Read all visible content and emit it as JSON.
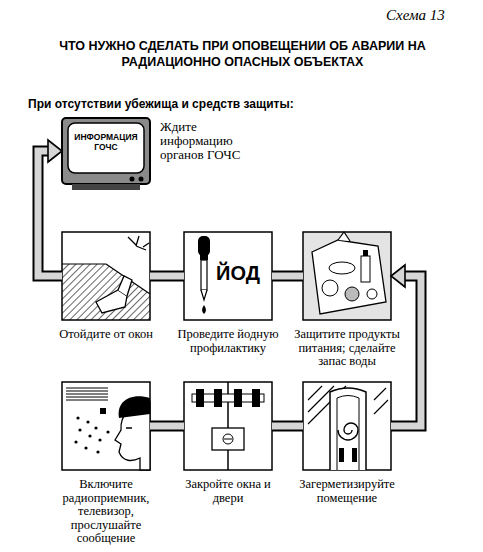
{
  "diagram": {
    "title": "ЧТО НУЖНО СДЕЛАТЬ ПРИ ОПОВЕЩЕНИИ ОБ АВАРИИ НА РАДИАЦИОННО ОПАСНЫХ ОБЪЕКТАХ",
    "nodes": [
      {
        "text": [
          "ИНФОРМАЦИЯ ГОЧС",
          "Ждите информацию органов ГОЧС"
        ]
      },
      {
        "text": [
          "Отойдите от окон"
        ]
      },
      {
        "text": [
          "ЙОД",
          "Проведите йодную профилактику"
        ]
      },
      {
        "text": [
          "Защитите продукты питания; сделайте запас воды"
        ]
      },
      {
        "text": [
          "Включите радиоприемник, телевизор, прослушайте сообщение"
        ]
      },
      {
        "text": [
          "Закройте окна и двери"
        ]
      },
      {
        "text": [
          "Загерметизируйте помещение"
        ]
      }
    ],
    "edges": [
      {
        "from": 4,
        "to": 5,
        "arrow": "none"
      },
      {
        "from": 5,
        "to": 6,
        "arrow": "none"
      },
      {
        "from": 6,
        "to": 3,
        "arrow": "to"
      },
      {
        "from": 3,
        "to": 2,
        "arrow": "none"
      },
      {
        "from": 2,
        "to": 1,
        "arrow": "none"
      },
      {
        "from": 1,
        "to": 0,
        "arrow": "to"
      }
    ],
    "labels": [
      "Схема 13",
      "При отсутствии убежища и средств защиты:"
    ]
  }
}
